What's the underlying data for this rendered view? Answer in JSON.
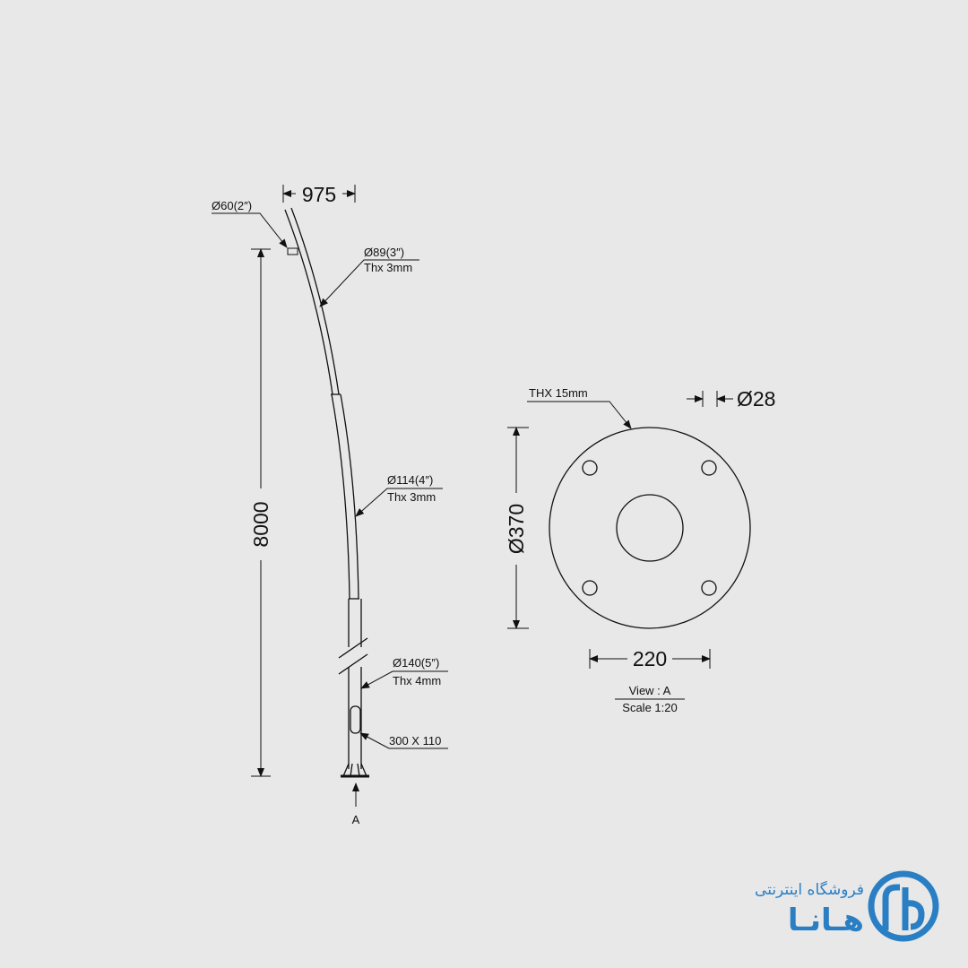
{
  "pole": {
    "top_offset": "975",
    "height": "8000",
    "tip_dia": "Ø60(2″)",
    "upper_dia": "Ø89(3″)",
    "upper_thk": "Thx 3mm",
    "mid_dia": "Ø114(4″)",
    "mid_thk": "Thx 3mm",
    "base_dia": "Ø140(5″)",
    "base_thk": "Thx   4mm",
    "door": "300 X 110",
    "view_marker": "A"
  },
  "plate": {
    "thickness": "THX 15mm",
    "hole_dia": "Ø28",
    "outer_dia": "Ø370",
    "bolt_spacing": "220",
    "view_title": "View : A",
    "scale": "Scale 1:20"
  },
  "brand": {
    "tagline": "فروشگاه اینترنتی",
    "name": "هـانـا",
    "accent_color": "#2a7fc4"
  }
}
